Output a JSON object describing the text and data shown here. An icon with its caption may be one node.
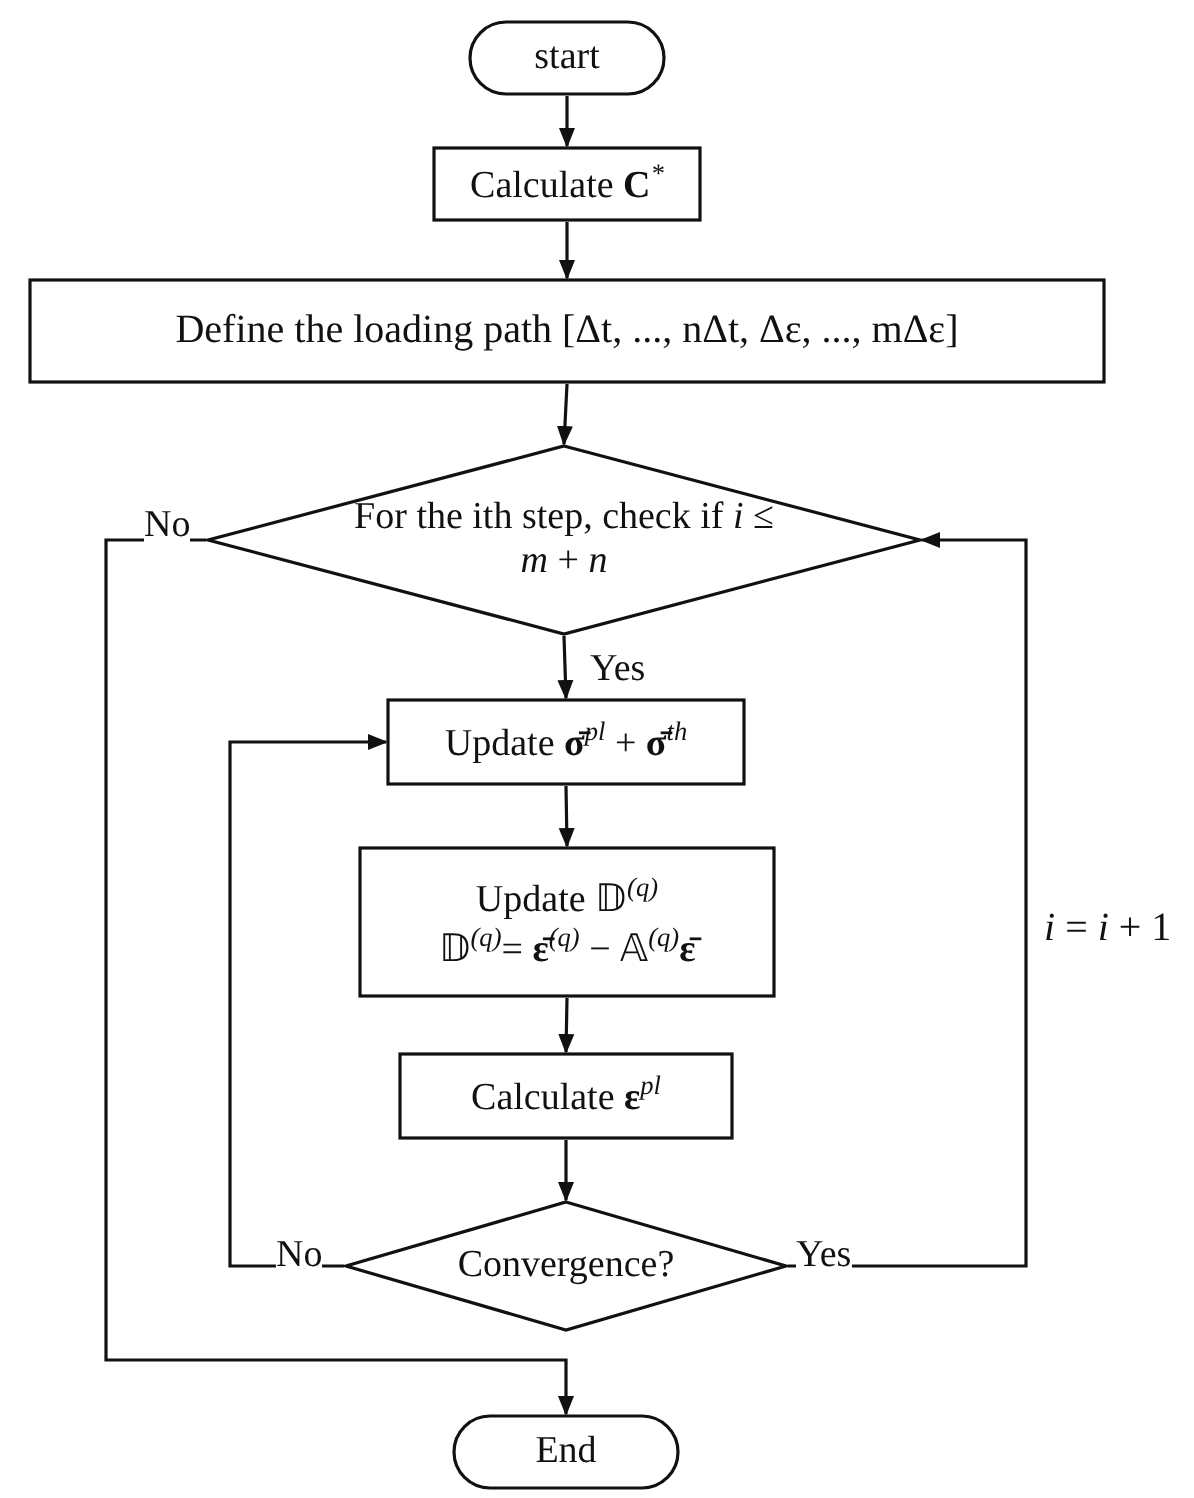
{
  "diagram": {
    "nodes": [
      {
        "text": [
          "start"
        ]
      },
      {
        "text": [
          "Calculate **C**$^{*}$"
        ]
      },
      {
        "text": [
          "Define the loading path [Δt, ..., nΔt, Δε, ..., mΔε]"
        ]
      },
      {
        "text": [
          "For the ith step, check if *i* ≤ *m* + *n*"
        ]
      },
      {
        "text": [
          "Update **σ̄**$^{pl}$ + **σ̄**$^{th}$"
        ]
      },
      {
        "text": [
          "Update 𝔻$^{(q)}$",
          "𝔻$^{(q)}$= **ε̄**$^{(q)}$ − 𝔸$^{(q)}$**ε̄**"
        ]
      },
      {
        "text": [
          "Calculate **ε**$^{pl}$"
        ]
      },
      {
        "text": [
          "Convergence?"
        ]
      },
      {
        "text": [
          "End"
        ]
      }
    ],
    "edges": [
      {
        "from": 0,
        "to": 1,
        "arrow": "to"
      },
      {
        "from": 1,
        "to": 2,
        "arrow": "to"
      },
      {
        "from": 2,
        "to": 3,
        "arrow": "to"
      },
      {
        "from": 3,
        "to": 4,
        "arrow": "to",
        "label": "Yes"
      },
      {
        "from": 4,
        "to": 5,
        "arrow": "to"
      },
      {
        "from": 5,
        "to": 6,
        "arrow": "to"
      },
      {
        "from": 6,
        "to": 7,
        "arrow": "to"
      },
      {
        "from": 7,
        "to": 4,
        "arrow": "to",
        "label": "No"
      },
      {
        "from": 7,
        "to": 3,
        "arrow": "to",
        "label": "Yes"
      },
      {
        "from": 3,
        "to": 8,
        "arrow": "to",
        "label": "No"
      }
    ],
    "labels": [
      "*i* = *i* + 1"
    ]
  }
}
